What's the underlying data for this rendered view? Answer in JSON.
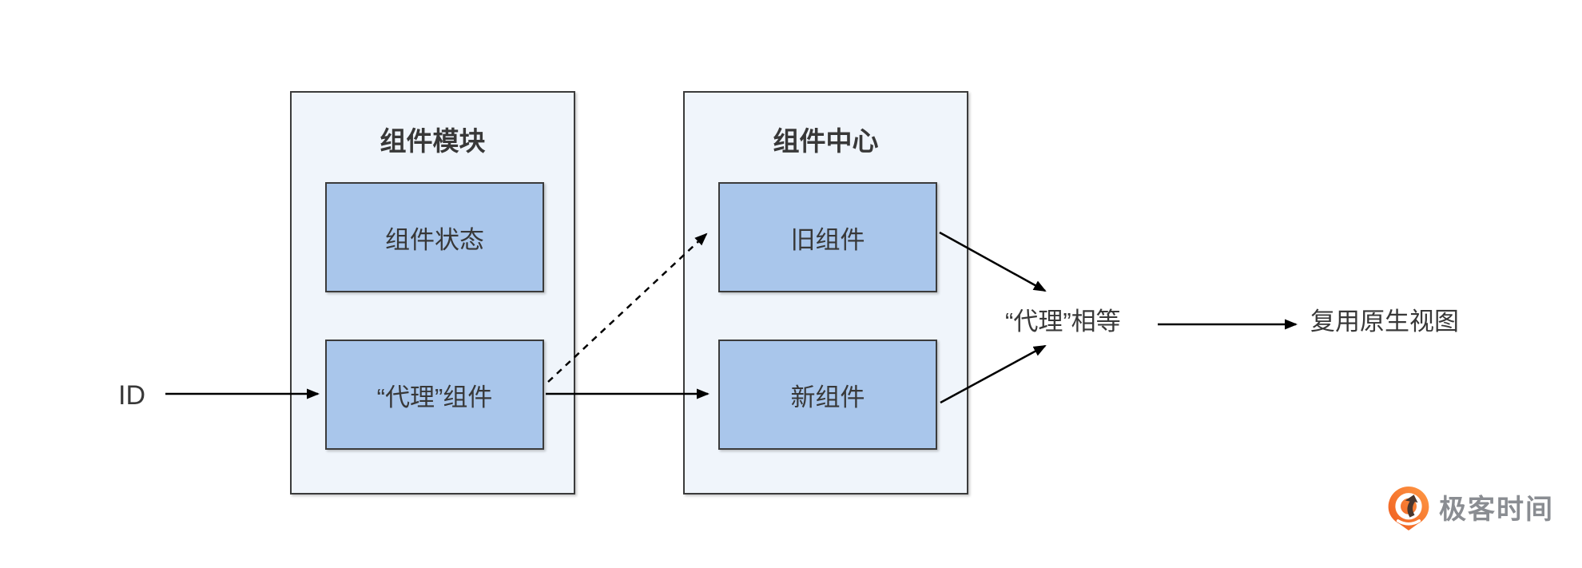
{
  "colors": {
    "page_bg": "#ffffff",
    "container_fill": "#f0f5fb",
    "box_fill": "#a9c6eb",
    "stroke": "#3b3b3b",
    "arrow": "#000000",
    "text": "#383838",
    "logo_orange_dark": "#ef5a1e",
    "logo_orange_light": "#ff9a45",
    "logo_glyph": "#4a372e",
    "logo_text": "#8a8d92"
  },
  "diagram": {
    "input_label": "ID",
    "modules": [
      {
        "title": "组件模块",
        "boxes": [
          {
            "label": "组件状态"
          },
          {
            "label": "“代理”组件"
          }
        ]
      },
      {
        "title": "组件中心",
        "boxes": [
          {
            "label": "旧组件"
          },
          {
            "label": "新组件"
          }
        ]
      }
    ],
    "outputs": {
      "equality_label": "“代理”相等",
      "result_label": "复用原生视图"
    },
    "arrows": [
      {
        "name": "id-to-proxy",
        "style": "solid"
      },
      {
        "name": "proxy-to-old",
        "style": "dashed"
      },
      {
        "name": "proxy-to-new",
        "style": "solid"
      },
      {
        "name": "old-to-equal",
        "style": "solid"
      },
      {
        "name": "new-to-equal",
        "style": "solid"
      },
      {
        "name": "equal-to-result",
        "style": "solid"
      }
    ]
  },
  "branding": {
    "logo_text": "极客时间"
  }
}
